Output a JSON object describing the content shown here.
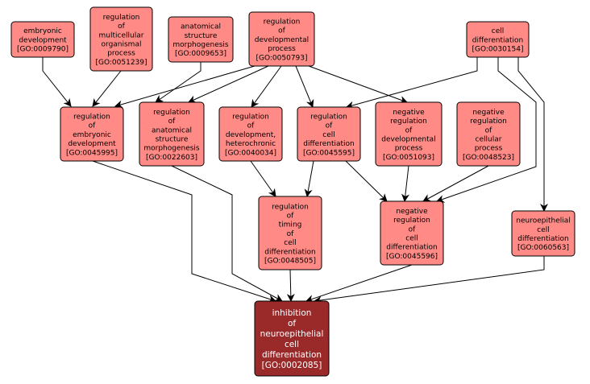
{
  "colors": {
    "node_fill": "#ff8a86",
    "focus_fill": "#9a2a2a",
    "focus_text": "#ffffff",
    "edge": "#000000"
  },
  "nodes": [
    {
      "id": "n1",
      "lines": [
        "embryonic",
        "development",
        "[GO:0009790]"
      ]
    },
    {
      "id": "n2",
      "lines": [
        "regulation",
        "of",
        "multicellular",
        "organismal",
        "process",
        "[GO:0051239]"
      ]
    },
    {
      "id": "n3",
      "lines": [
        "anatomical",
        "structure",
        "morphogenesis",
        "[GO:0009653]"
      ]
    },
    {
      "id": "n4",
      "lines": [
        "regulation",
        "of",
        "developmental",
        "process",
        "[GO:0050793]"
      ]
    },
    {
      "id": "n5",
      "lines": [
        "cell",
        "differentiation",
        "[GO:0030154]"
      ]
    },
    {
      "id": "n6",
      "lines": [
        "regulation",
        "of",
        "embryonic",
        "development",
        "[GO:0045995]"
      ]
    },
    {
      "id": "n7",
      "lines": [
        "regulation",
        "of",
        "anatomical",
        "structure",
        "morphogenesis",
        "[GO:0022603]"
      ]
    },
    {
      "id": "n8",
      "lines": [
        "regulation",
        "of",
        "development,",
        "heterochronic",
        "[GO:0040034]"
      ]
    },
    {
      "id": "n9",
      "lines": [
        "regulation",
        "of",
        "cell",
        "differentiation",
        "[GO:0045595]"
      ]
    },
    {
      "id": "n10",
      "lines": [
        "negative",
        "regulation",
        "of",
        "developmental",
        "process",
        "[GO:0051093]"
      ]
    },
    {
      "id": "n11",
      "lines": [
        "negative",
        "regulation",
        "of",
        "cellular",
        "process",
        "[GO:0048523]"
      ]
    },
    {
      "id": "n12",
      "lines": [
        "regulation",
        "of",
        "timing",
        "of",
        "cell",
        "differentiation",
        "[GO:0048505]"
      ]
    },
    {
      "id": "n13",
      "lines": [
        "negative",
        "regulation",
        "of",
        "cell",
        "differentiation",
        "[GO:0045596]"
      ]
    },
    {
      "id": "n14",
      "lines": [
        "neuroepithelial",
        "cell",
        "differentiation",
        "[GO:0060563]"
      ]
    },
    {
      "id": "n15",
      "lines": [
        "inhibition",
        "of",
        "neuroepithelial",
        "cell",
        "differentiation",
        "[GO:0002085]"
      ],
      "focus": true
    }
  ],
  "edges": [
    [
      "n1",
      "n6"
    ],
    [
      "n2",
      "n6"
    ],
    [
      "n4",
      "n6"
    ],
    [
      "n3",
      "n7"
    ],
    [
      "n4",
      "n7"
    ],
    [
      "n4",
      "n8"
    ],
    [
      "n4",
      "n9"
    ],
    [
      "n4",
      "n10"
    ],
    [
      "n5",
      "n9"
    ],
    [
      "n5",
      "n13"
    ],
    [
      "n5",
      "n14"
    ],
    [
      "n9",
      "n12"
    ],
    [
      "n8",
      "n12"
    ],
    [
      "n9",
      "n13"
    ],
    [
      "n10",
      "n13"
    ],
    [
      "n11",
      "n13"
    ],
    [
      "n6",
      "n15"
    ],
    [
      "n7",
      "n15"
    ],
    [
      "n12",
      "n15"
    ],
    [
      "n13",
      "n15"
    ],
    [
      "n14",
      "n15"
    ]
  ]
}
